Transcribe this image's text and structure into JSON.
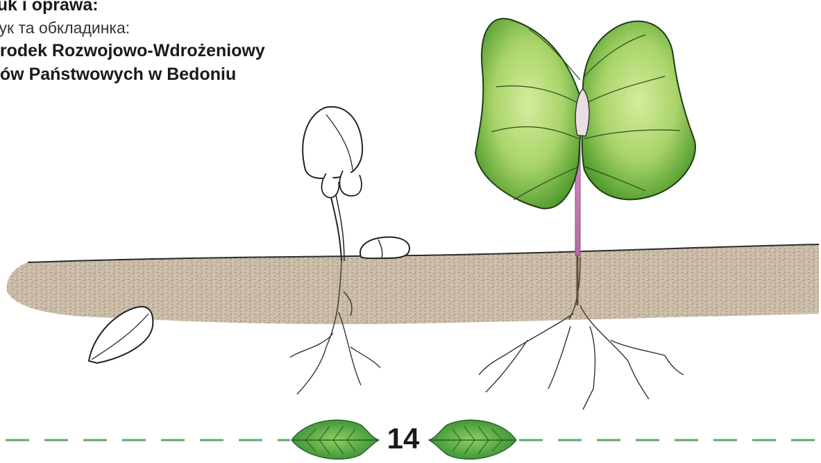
{
  "credits": {
    "heading_pl": "ruk i oprawa:",
    "heading_uk": "рук та обкладинка:",
    "org_line1": "środek Rozwojowo-Wdrożeniowy",
    "org_line2": "sów Państwowych w Bedoniu"
  },
  "footer": {
    "page_number": "14",
    "dash_color": "#5fa86b"
  },
  "illustration": {
    "stages": [
      "seed-in-soil",
      "germinating-seedling",
      "young-seedling-with-cotyledons"
    ],
    "colors": {
      "leaf_light": "#b8dc7a",
      "leaf_dark": "#4f9a2a",
      "stem": "#c77bb5",
      "soil": "#b7a68f",
      "leaf_icon": "#3f9a3a"
    }
  }
}
